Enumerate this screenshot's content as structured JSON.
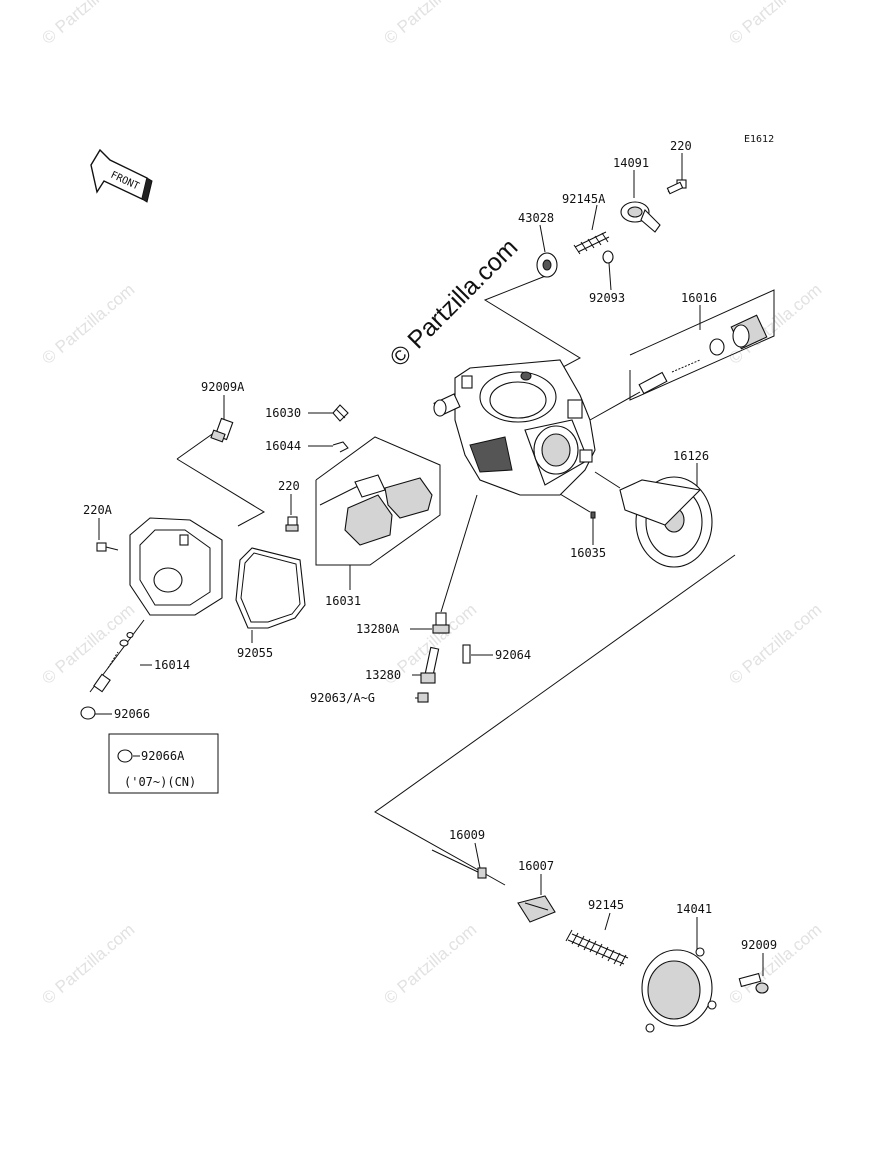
{
  "diagram": {
    "code": "E1612",
    "front_label": "FRONT",
    "watermark": "© Partzilla.com",
    "center_watermark": "© Partzilla.com",
    "parts": {
      "p220_top": "220",
      "p14091": "14091",
      "p92145A": "92145A",
      "p43028": "43028",
      "p92093": "92093",
      "p16016": "16016",
      "p92009A": "92009A",
      "p16030": "16030",
      "p16044": "16044",
      "p220": "220",
      "p220A": "220A",
      "p16126": "16126",
      "p16035": "16035",
      "p16031": "16031",
      "p16014": "16014",
      "p92055": "92055",
      "p13280A": "13280A",
      "p92064": "92064",
      "p13280": "13280",
      "p92063": "92063/A~G",
      "p92066": "92066",
      "p92066A": "92066A",
      "p92066A_note": "('07~)(CN)",
      "p16009": "16009",
      "p16007": "16007",
      "p92145": "92145",
      "p14041": "14041",
      "p92009": "92009"
    }
  }
}
